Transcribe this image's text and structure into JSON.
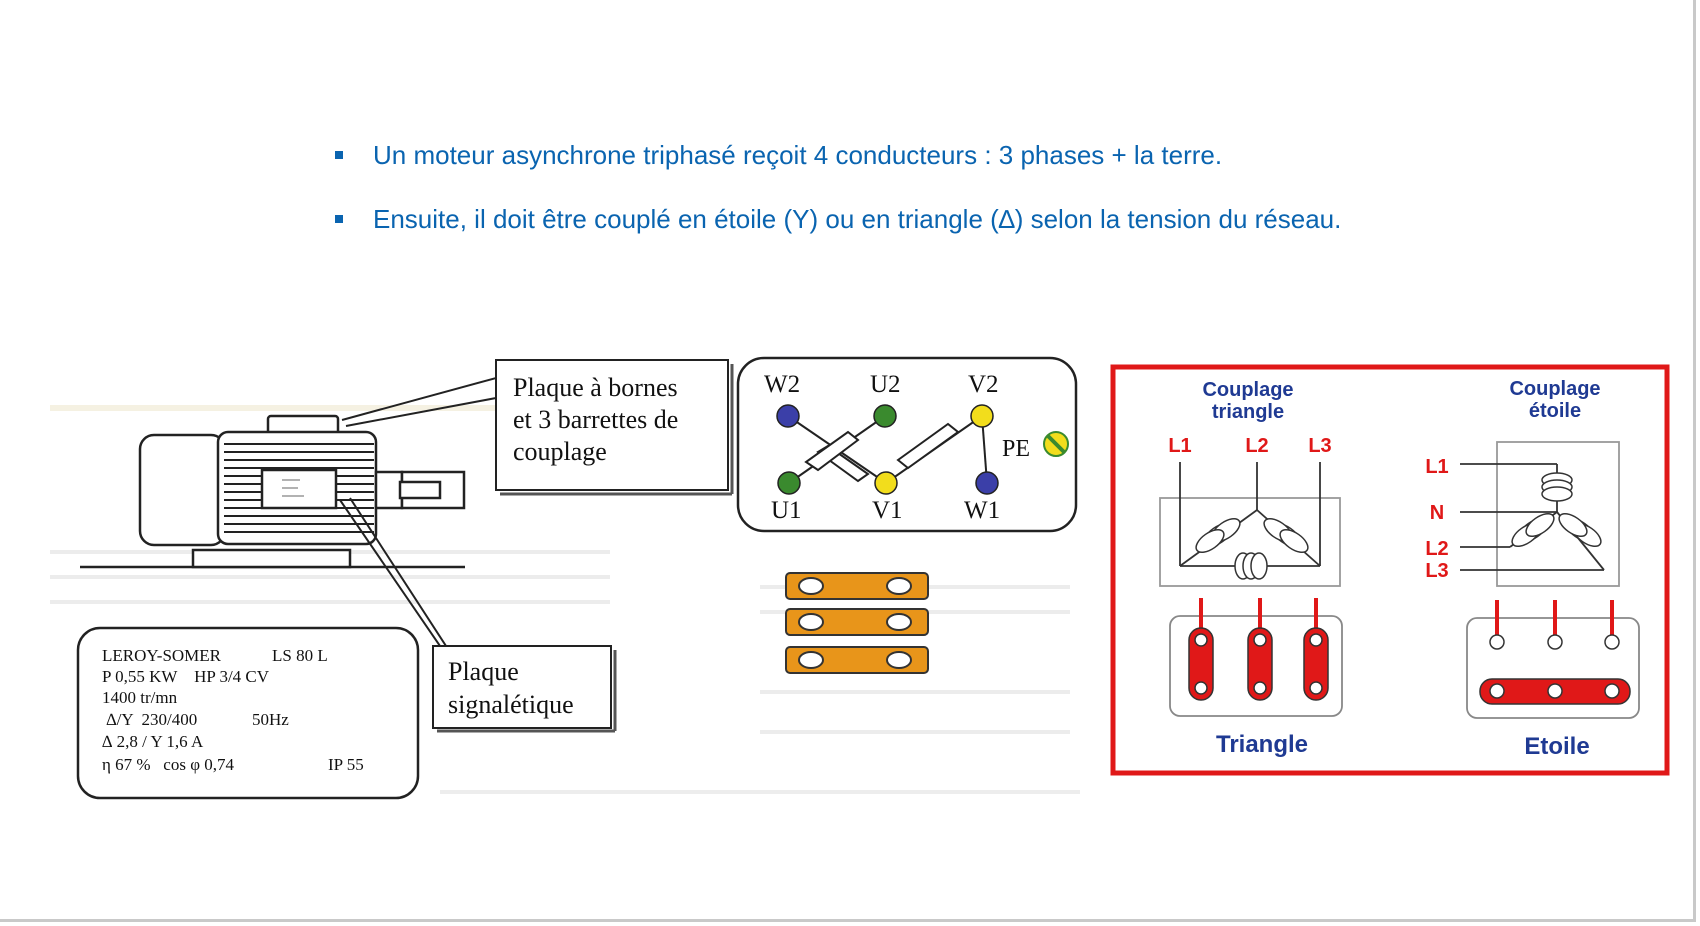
{
  "bullets": [
    "Un moteur asynchrone triphasé reçoit 4 conducteurs : 3 phases + la terre.",
    "Ensuite, il doit être couplé en étoile (Y) ou en triangle (∆) selon la tension du réseau."
  ],
  "callout_terminal_plate": [
    "Plaque à bornes",
    "et 3 barrettes de",
    "couplage"
  ],
  "callout_nameplate": [
    "Plaque",
    "signalétique"
  ],
  "nameplate": {
    "row1_left": "LEROY-SOMER",
    "row1_right": "LS 80 L",
    "row2": "P 0,55 KW    HP 3/4 CV",
    "row3": "1400 tr/mn",
    "row4_left": " ∆/Y  230/400",
    "row4_right": "50Hz",
    "row5": "∆ 2,8 / Y 1,6 A",
    "row6_left": "η 67 %   cos φ 0,74",
    "row6_right": "IP 55"
  },
  "terminal_box": {
    "top_labels": [
      "W2",
      "U2",
      "V2"
    ],
    "bottom_labels": [
      "U1",
      "V1",
      "W1"
    ],
    "pe_label": "PE"
  },
  "coupling": {
    "triangle_title": [
      "Couplage",
      "triangle"
    ],
    "star_title": [
      "Couplage",
      "étoile"
    ],
    "triangle_lines": [
      "L1",
      "L2",
      "L3"
    ],
    "star_lines": [
      "L1",
      "N",
      "L2",
      "L3"
    ],
    "triangle_caption": "Triangle",
    "star_caption": "Etoile"
  },
  "colors": {
    "bullet_text": "#0a64b0",
    "terminal_blue": "#3b3fa8",
    "terminal_green": "#3a8a2e",
    "terminal_yellow": "#f2dd1c",
    "strap_orange": "#e8951a",
    "coupling_red": "#e01818",
    "coupling_title_blue": "#1f3a93"
  }
}
